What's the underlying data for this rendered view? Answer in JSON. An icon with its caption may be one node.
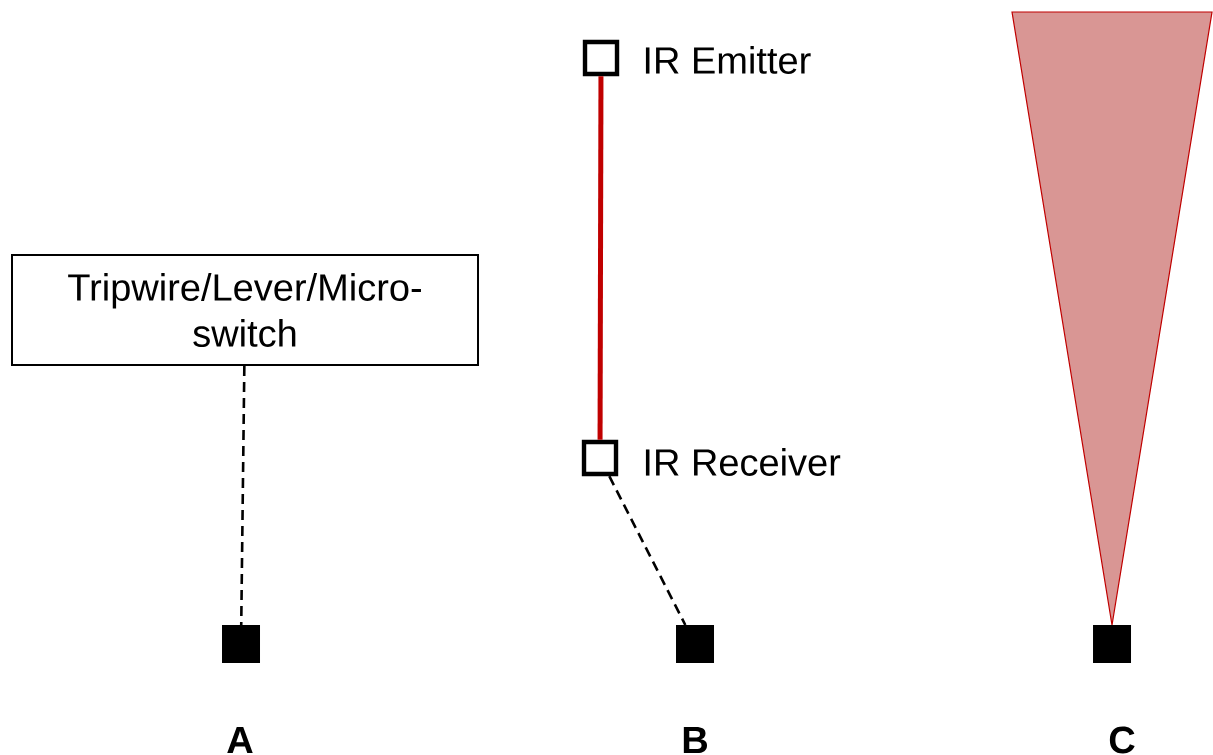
{
  "diagram": {
    "nodes": [
      {
        "text": [
          "Tripwire/Lever/Micro-switch"
        ]
      },
      {
        "text": [],
        "shape": "box",
        "beside": [
          "A"
        ]
      },
      {
        "text": [],
        "shape": "box",
        "beside": [
          "IR Emitter"
        ]
      },
      {
        "text": [],
        "shape": "box",
        "beside": [
          "IR Receiver"
        ]
      },
      {
        "text": [],
        "shape": "box",
        "beside": [
          "B"
        ]
      },
      {
        "text": [],
        "shape": "box",
        "beside": [
          "C"
        ]
      }
    ],
    "edges": [
      {
        "from": 0,
        "to": 1,
        "arrow": "none",
        "style": "dashed"
      },
      {
        "from": 2,
        "to": 3,
        "arrow": "none",
        "style": "thick",
        "color": "#c00000"
      },
      {
        "from": 3,
        "to": 4,
        "arrow": "none",
        "style": "dashed"
      }
    ]
  }
}
